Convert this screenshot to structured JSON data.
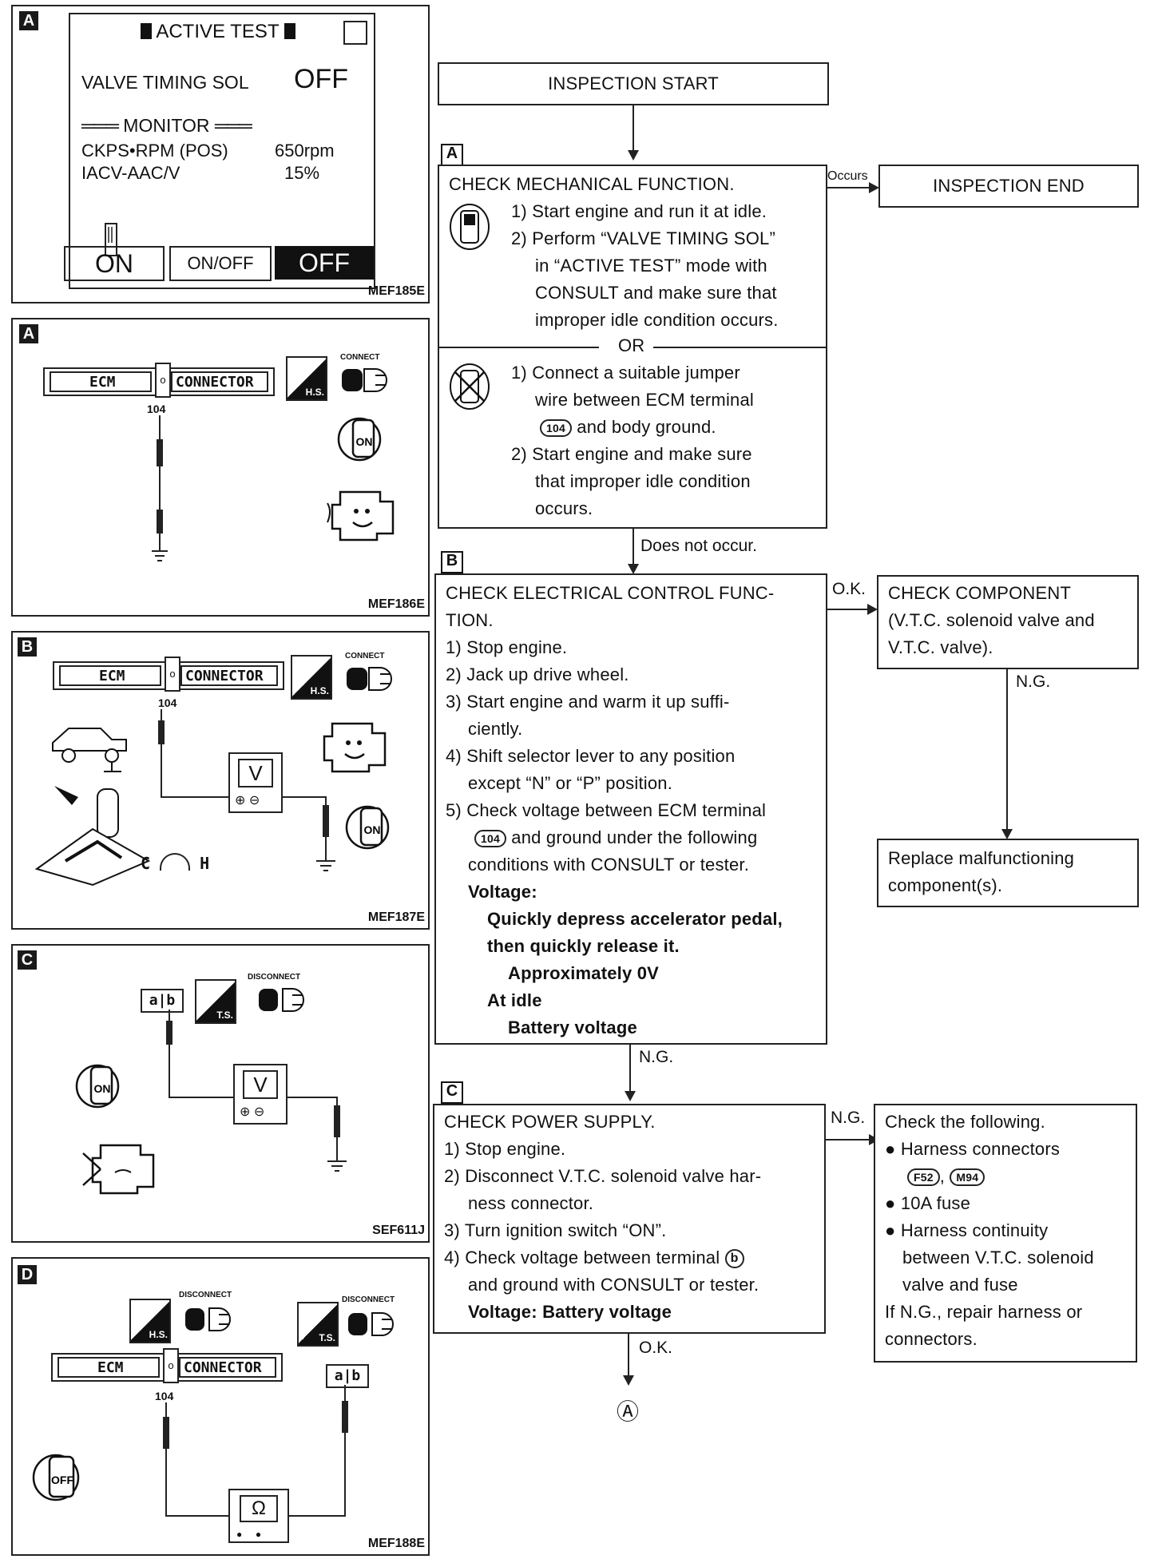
{
  "panels": {
    "a1": {
      "tag": "A",
      "code": "MEF185E",
      "screen_title": "ACTIVE TEST",
      "item_label": "VALVE TIMING SOL",
      "item_value": "OFF",
      "monitor_label": "MONITOR",
      "row1_label": "CKPS•RPM (POS)",
      "row1_value": "650rpm",
      "row2_label": "IACV-AAC/V",
      "row2_value": "15%",
      "btn_on": "ON",
      "btn_onoff": "ON/OFF",
      "btn_off": "OFF"
    },
    "a2": {
      "tag": "A",
      "code": "MEF186E",
      "ecm": "ECM",
      "connector": "CONNECTOR",
      "terminal": "104",
      "hs": "H.S.",
      "connect": "CONNECT",
      "key": "ON"
    },
    "b": {
      "tag": "B",
      "code": "MEF187E",
      "ecm": "ECM",
      "connector": "CONNECTOR",
      "terminal": "104",
      "hs": "H.S.",
      "connect": "CONNECT",
      "meter": "V",
      "key": "ON",
      "gauge_c": "C",
      "gauge_h": "H"
    },
    "c": {
      "tag": "C",
      "code": "SEF611J",
      "pin_a": "a",
      "pin_b": "b",
      "ts": "T.S.",
      "disconnect": "DISCONNECT",
      "meter": "V",
      "key": "ON"
    },
    "d": {
      "tag": "D",
      "code": "MEF188E",
      "ecm": "ECM",
      "connector": "CONNECTOR",
      "terminal": "104",
      "hs": "H.S.",
      "ts": "T.S.",
      "disconnect1": "DISCONNECT",
      "disconnect2": "DISCONNECT",
      "pin_a": "a",
      "pin_b": "b",
      "meter": "Ω",
      "key": "OFF"
    }
  },
  "flow": {
    "start": "INSPECTION START",
    "end": "INSPECTION END",
    "occurs": "Occurs",
    "does_not_occur": "Does not occur.",
    "ok1": "O.K.",
    "ng1": "N.G.",
    "ng2": "N.G.",
    "ng3": "N.G.",
    "ok2": "O.K.",
    "goto": "Ⓐ",
    "stepA": {
      "tag": "A",
      "title": "CHECK MECHANICAL FUNCTION.",
      "consult_1": "1) Start engine and run it at idle.",
      "consult_2a": "2) Perform “VALVE TIMING SOL”",
      "consult_2b": "in “ACTIVE TEST” mode with",
      "consult_2c": "CONSULT and make sure that",
      "consult_2d": "improper idle condition occurs.",
      "or": "OR",
      "alt_1a": "1) Connect a suitable jumper",
      "alt_1b": "wire between ECM terminal",
      "alt_1c_tag": "104",
      "alt_1c": "and body ground.",
      "alt_2a": "2) Start engine and make sure",
      "alt_2b": "that improper idle condition",
      "alt_2c": "occurs."
    },
    "stepB": {
      "tag": "B",
      "title1": "CHECK ELECTRICAL CONTROL FUNC-",
      "title2": "TION.",
      "s1": "1) Stop engine.",
      "s2": "2) Jack up drive wheel.",
      "s3a": "3) Start engine and warm it up suffi-",
      "s3b": "ciently.",
      "s4a": "4) Shift selector lever to any position",
      "s4b": "except “N” or “P” position.",
      "s5a": "5) Check voltage between ECM terminal",
      "s5b_tag": "104",
      "s5b": "and ground under the following",
      "s5c": "conditions with CONSULT or tester.",
      "v": "Voltage:",
      "v1a": "Quickly depress accelerator pedal,",
      "v1b": "then quickly release it.",
      "v1c": "Approximately 0V",
      "v2a": "At idle",
      "v2b": "Battery voltage"
    },
    "check_component": {
      "l1": "CHECK COMPONENT",
      "l2": "(V.T.C. solenoid valve and",
      "l3": "V.T.C. valve)."
    },
    "replace": {
      "l1": "Replace malfunctioning",
      "l2": "component(s)."
    },
    "stepC": {
      "tag": "C",
      "title": "CHECK POWER SUPPLY.",
      "s1": "1) Stop engine.",
      "s2a": "2) Disconnect V.T.C. solenoid valve har-",
      "s2b": "ness connector.",
      "s3": "3) Turn ignition switch “ON”.",
      "s4a_pre": "4) Check voltage between terminal",
      "s4a_tag": "b",
      "s4b": "and ground with CONSULT or tester.",
      "v": "Voltage: Battery voltage"
    },
    "check_following": {
      "title": "Check the following.",
      "b1": "Harness connectors",
      "b1_tag1": "F52",
      "b1_sep": ",",
      "b1_tag2": "M94",
      "b2": "10A fuse",
      "b3a": "Harness continuity",
      "b3b": "between V.T.C. solenoid",
      "b3c": "valve and fuse",
      "f1": "If N.G., repair harness or",
      "f2": "connectors."
    }
  }
}
